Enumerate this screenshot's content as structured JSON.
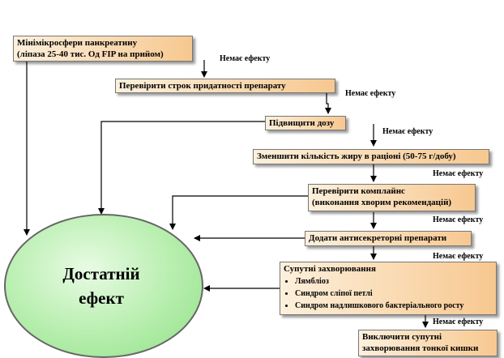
{
  "nodes": {
    "start": {
      "line1": "Мінімікросфери панкреатину",
      "line2": "(ліпаза 25-40 тис. Од FIP на прийом)"
    },
    "check_expiry": "Перевірити строк придатності препарату",
    "increase_dose": "Підвищити дозу",
    "reduce_fat": "Зменшити кількість жиру в раціоні (50-75 г/добу)",
    "compliance": {
      "line1": "Перевірити комплайнс",
      "line2": "(виконання хворим рекомендацій)"
    },
    "antisecretory": "Додати антисекреторні препарати",
    "comorbid": {
      "title": "Супутні захворювання",
      "items": [
        "Лямбліоз",
        "Синдром сліпої петлі",
        "Синдром надлишкового бактеріального росту"
      ]
    },
    "exclude": {
      "line1": "Виключити супутні",
      "line2": "захворювання тонкої кишки"
    },
    "result": {
      "line1": "Достатній",
      "line2": "ефект"
    }
  },
  "edge_label": "Немає ефекту"
}
